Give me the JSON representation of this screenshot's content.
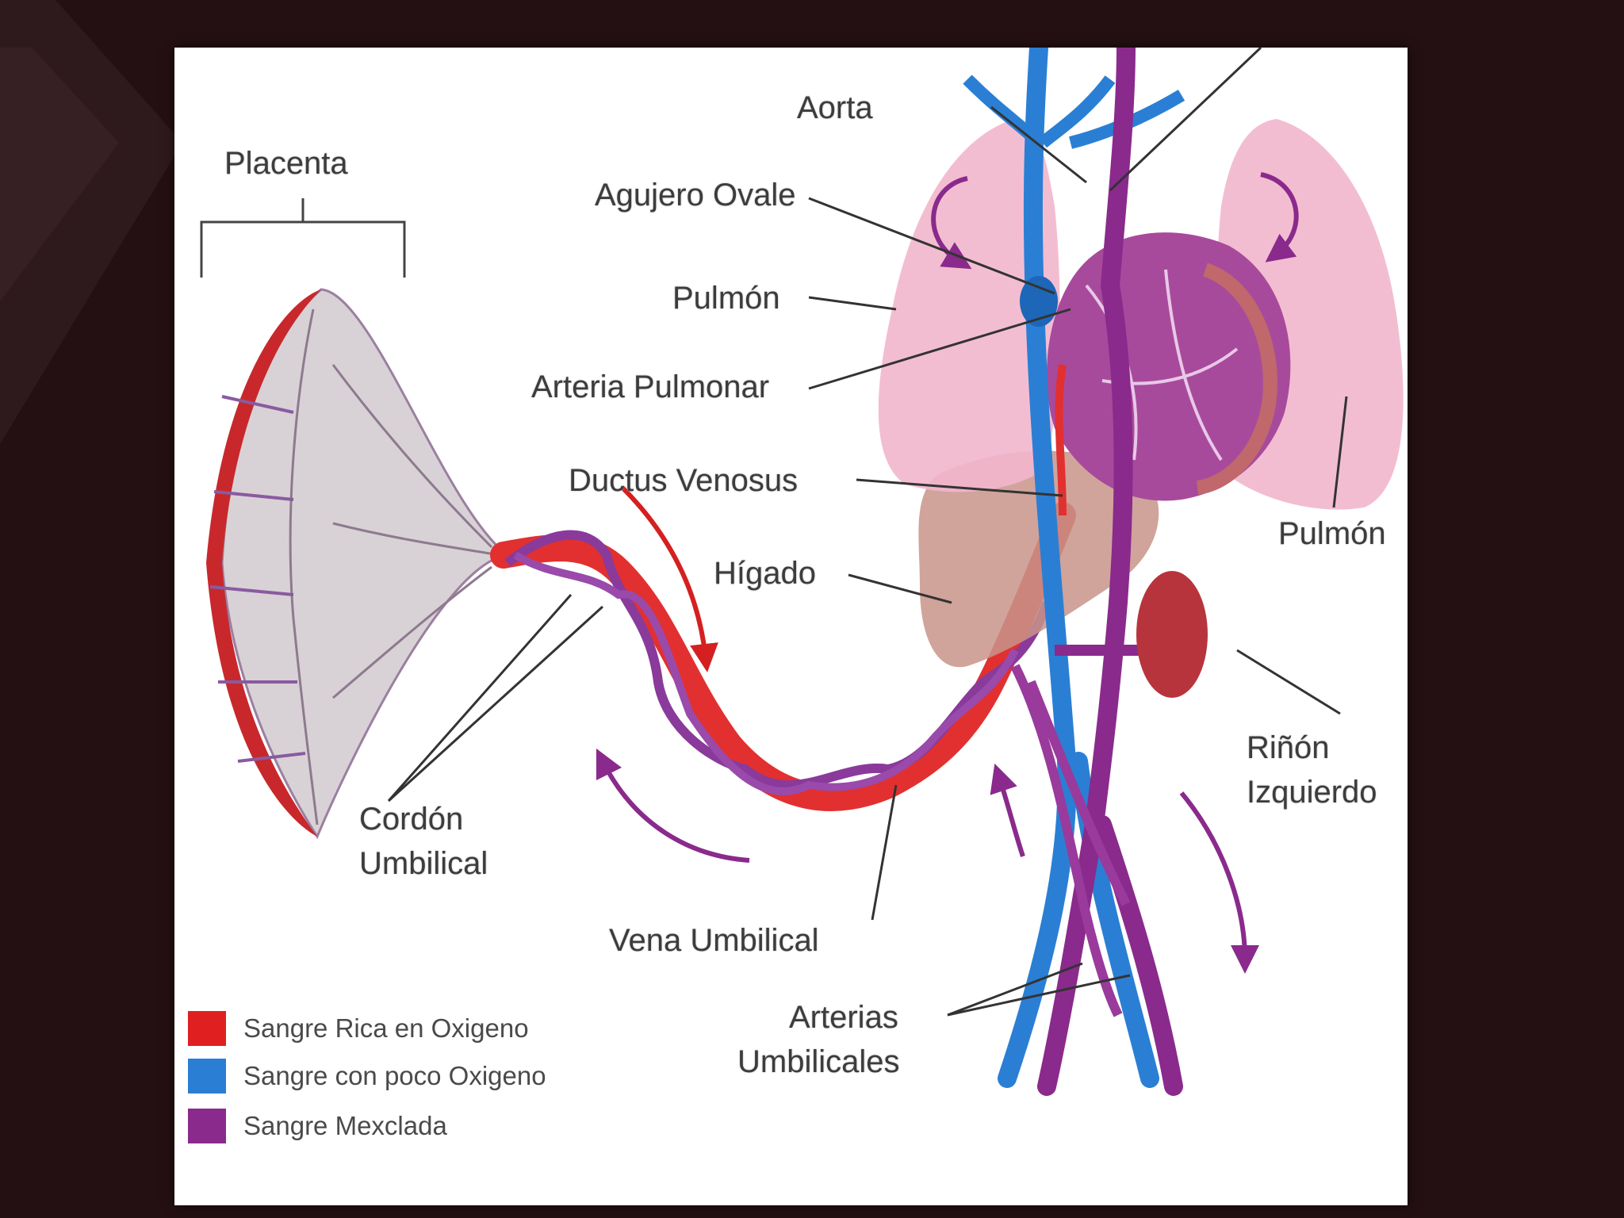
{
  "labels": {
    "placenta": "Placenta",
    "aorta": "Aorta",
    "agujero_ovale": "Agujero Ovale",
    "pulmon_left": "Pulmón",
    "arteria_pulmonar": "Arteria Pulmonar",
    "ductus_venosus": "Ductus Venosus",
    "higado": "Hígado",
    "pulmon_right": "Pulmón",
    "rinon_line1": "Riñón",
    "rinon_line2": "Izquierdo",
    "cordon_line1": "Cordón",
    "cordon_line2": "Umbilical",
    "vena_umbilical": "Vena Umbilical",
    "arterias_line1": "Arterias",
    "arterias_line2": "Umbilicales"
  },
  "legend": [
    {
      "label": "Sangre Rica en Oxigeno",
      "color": "#e02020"
    },
    {
      "label": "Sangre con poco Oxigeno",
      "color": "#2a7fd4"
    },
    {
      "label": "Sangre Mexclada",
      "color": "#8a2a8c"
    }
  ],
  "colors": {
    "oxygen_rich": "#e02020",
    "oxygen_poor": "#2a7fd4",
    "mixed": "#8a2a8c",
    "lung": "#f2b6cc",
    "liver": "#c8948a",
    "kidney": "#b8343c",
    "slide_background": "#241013"
  }
}
